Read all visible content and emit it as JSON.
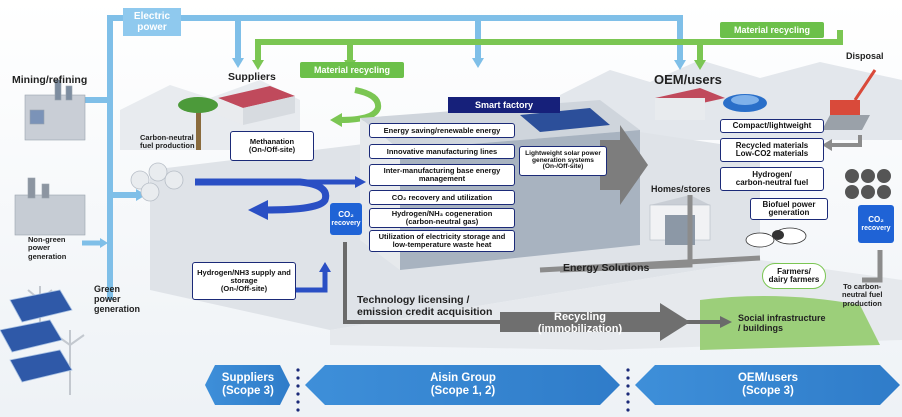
{
  "labels": {
    "electric_power": "Electric\npower",
    "material_recycling_top": "Material recycling",
    "material_recycling_mid": "Material recycling",
    "mining": "Mining/refining",
    "suppliers": "Suppliers",
    "oem_users": "OEM/users",
    "disposal": "Disposal",
    "carbon_neutral_fuel": "Carbon-neutral\nfuel production",
    "non_green": "Non-green\npower\ngeneration",
    "green_power": "Green\npower\ngeneration",
    "smart_factory": "Smart factory",
    "homes_stores": "Homes/stores",
    "energy_solutions": "Energy Solutions",
    "farmers": "Farmers/\ndairy farmers",
    "to_cn_fuel": "To carbon-\nneutral fuel\nproduction",
    "social_infra": "Social infrastructure\n/ buildings",
    "tech_licensing": "Technology licensing /\nemission credit acquisition",
    "recycling": "Recycling\n(immobilization)",
    "co2_recovery_a": "CO₂",
    "co2_recovery_b": "recovery",
    "co2_recovery_c": "CO₂",
    "co2_recovery_d": "recovery"
  },
  "left_boxes": {
    "methanation": "Methanation\n(On-/Off-site)",
    "hydrogen_supply": "Hydrogen/NH3 supply and\nstorage\n(On-/Off-site)"
  },
  "factory_boxes": [
    "Energy saving/renewable energy",
    "Innovative manufacturing lines",
    "Inter-manufacturing base energy\nmanagement",
    "CO₂ recovery and utilization",
    "Hydrogen/NH₃ cogeneration\n(carbon-neutral gas)",
    "Utilization of electricity storage and\nlow-temperature waste heat"
  ],
  "solar_box": "Lightweight solar power\ngeneration systems\n(On-/Off-site)",
  "oem_boxes": [
    "Compact/lightweight",
    "Recycled materials\nLow-CO2 materials",
    "Hydrogen/\ncarbon-neutral fuel"
  ],
  "biofuel_box": "Biofuel power\ngeneration",
  "scopes": {
    "suppliers": "Suppliers\n(Scope 3)",
    "aisin": "Aisin Group\n(Scope 1, 2)",
    "oem": "OEM/users\n(Scope 3)"
  },
  "colors": {
    "blue_arrow": "#7fbfe8",
    "green_arrow": "#7bc653",
    "dark_navy": "#16207a",
    "scope_blue": "#3a8fd8",
    "grey_band": "#6f6f6f"
  }
}
